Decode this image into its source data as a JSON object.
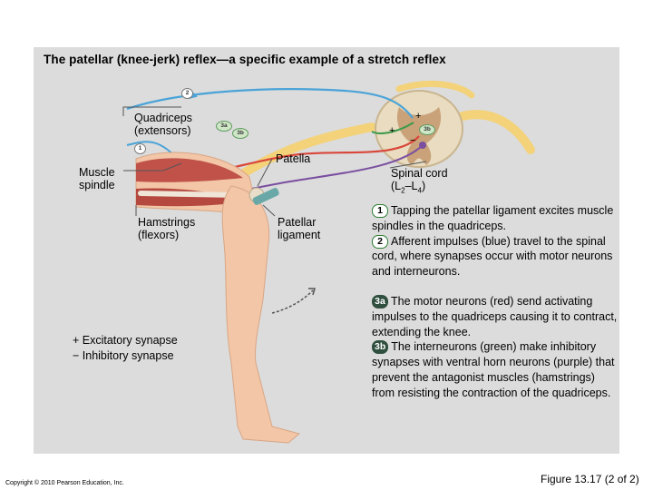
{
  "title": "The patellar (knee-jerk) reflex—a specific example of a stretch reflex",
  "labels": {
    "quadriceps": "Quadriceps",
    "quadriceps_sub": "(extensors)",
    "muscle_spindle_1": "Muscle",
    "muscle_spindle_2": "spindle",
    "patella": "Patella",
    "spinal_cord": "Spinal cord",
    "spinal_cord_level_prefix": "(L",
    "spinal_cord_level_a": "2",
    "spinal_cord_level_dash": "–L",
    "spinal_cord_level_b": "4",
    "spinal_cord_level_suffix": ")",
    "hamstrings": "Hamstrings",
    "hamstrings_sub": "(flexors)",
    "patellar_ligament_1": "Patellar",
    "patellar_ligament_2": "ligament"
  },
  "diagram_badges": {
    "b2": "2",
    "b1": "1",
    "b3a": "3a",
    "b3b_left": "3b",
    "b3b_right": "3b"
  },
  "spinal_signs": {
    "plus_top": "+",
    "plus_left": "+",
    "minus": "−"
  },
  "legend": {
    "excitatory": "+ Excitatory synapse",
    "inhibitory": "− Inhibitory synapse"
  },
  "steps": [
    {
      "num": "1",
      "text": "Tapping the patellar ligament excites muscle spindles in the quadriceps."
    },
    {
      "num": "2",
      "text": "Afferent impulses (blue) travel to the spinal cord, where synapses occur with motor neurons and interneurons."
    },
    {
      "num": "3a",
      "text": "The motor neurons (red) send activating impulses to the quadriceps causing it to contract, extending the knee."
    },
    {
      "num": "3b",
      "text": "The interneurons (green) make inhibitory synapses with ventral horn neurons (purple) that prevent the antagonist muscles (hamstrings) from resisting the contraction of the quadriceps."
    }
  ],
  "footer": {
    "copyright": "Copyright © 2010 Pearson Education, Inc.",
    "figure": "Figure 13.17 (2 of 2)"
  },
  "colors": {
    "panel": "#dcdcdc",
    "afferent": "#4aa3d8",
    "motor": "#d9463a",
    "interneuron": "#3c9a4a",
    "ventral_horn": "#7a4fa0",
    "nerve": "#f3d27a",
    "skin": "#f2c6a6",
    "muscle": "#c0524a"
  }
}
